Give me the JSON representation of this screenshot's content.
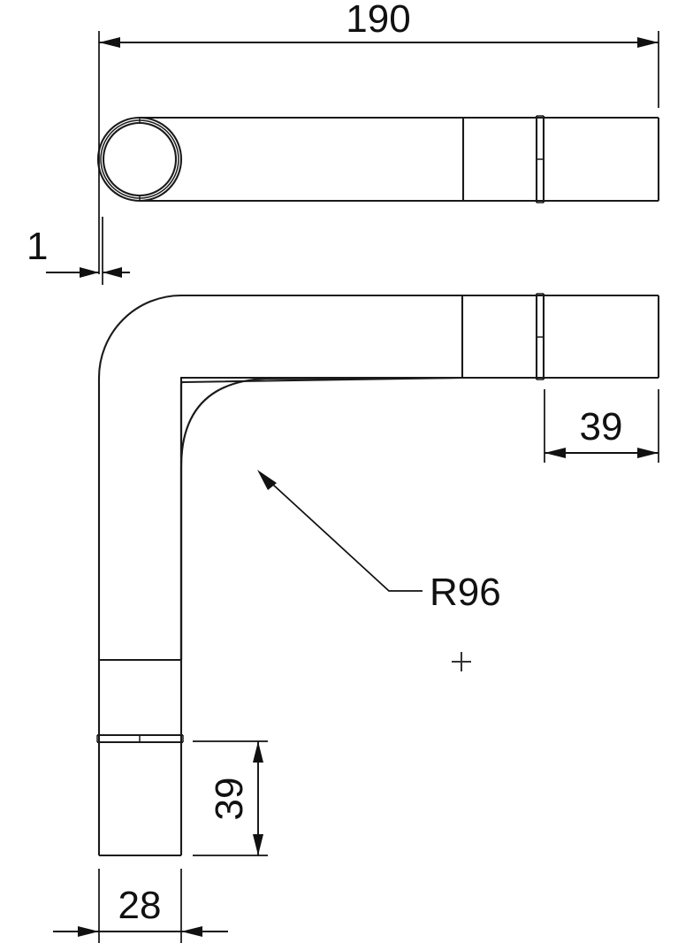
{
  "drawing": {
    "title": "Pipe bend technical drawing",
    "line_color": "#1a1a1a",
    "text_color": "#111111",
    "background": "#ffffff"
  },
  "dimensions": {
    "overall_length": {
      "value": "190",
      "label": "190",
      "orientation": "horizontal",
      "position": "top"
    },
    "wall_thickness": {
      "value": "1",
      "label": "1",
      "orientation": "horizontal",
      "position": "upper-left"
    },
    "socket_length_horizontal": {
      "value": "39",
      "label": "39",
      "orientation": "horizontal",
      "position": "middle-right"
    },
    "socket_length_vertical": {
      "value": "39",
      "label": "39",
      "orientation": "vertical",
      "position": "lower-left"
    },
    "outer_diameter": {
      "value": "28",
      "label": "28",
      "orientation": "horizontal",
      "position": "bottom-left"
    },
    "bend_radius": {
      "value": "R96",
      "label": "R96",
      "orientation": "leader",
      "position": "center-right"
    }
  },
  "views": {
    "top_view": {
      "name": "straight-pipe-view",
      "description": "Side elevation of straight pipe with circular end face"
    },
    "bend_view": {
      "name": "pipe-bend-view",
      "description": "90 degree pipe bend elbow with sockets at both ends"
    }
  },
  "markers": {
    "center_cross": {
      "name": "center-mark",
      "symbol": "+"
    }
  }
}
